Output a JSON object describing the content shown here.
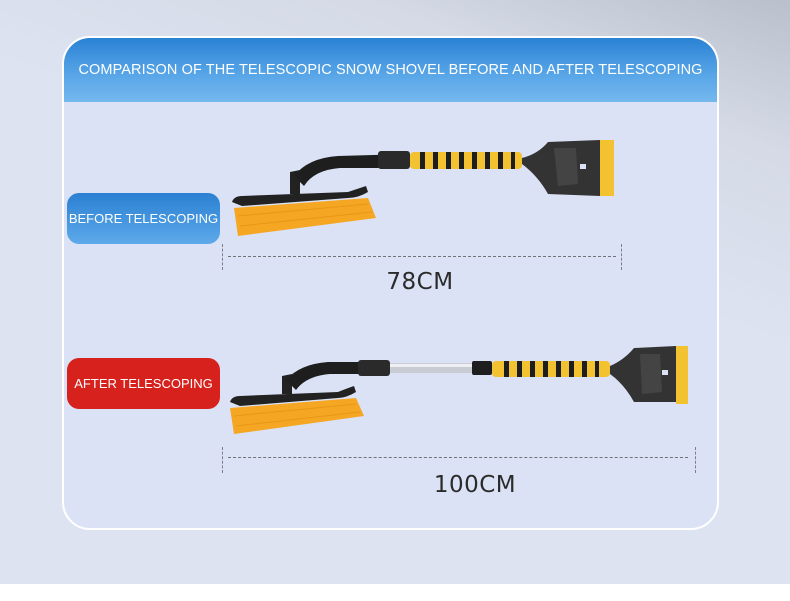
{
  "header": {
    "title": "COMPARISON OF THE TELESCOPIC SNOW SHOVEL BEFORE AND AFTER TELESCOPING"
  },
  "labels": {
    "before": "BEFORE TELESCOPING",
    "after": "AFTER TELESCOPING"
  },
  "measurements": {
    "before": "78CM",
    "after": "100CM"
  },
  "colors": {
    "header_blue": "#2a82d4",
    "before_pill": "#3b8fdc",
    "after_pill": "#d7211c",
    "bristle_orange": "#f5a623",
    "grip_yellow": "#f2c230",
    "handle_black": "#1e1e1e",
    "card_bg": "#dbe2f5"
  },
  "icons": {
    "before_tool": "snow-brush-scraper-collapsed",
    "after_tool": "snow-brush-scraper-extended"
  }
}
